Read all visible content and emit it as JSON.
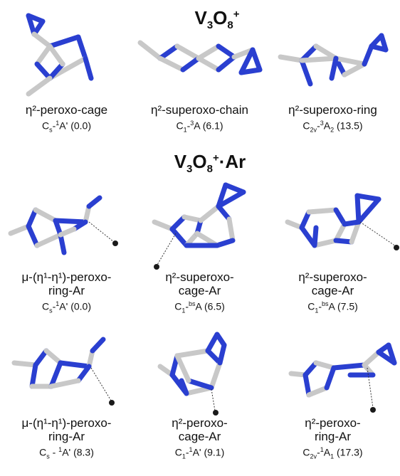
{
  "titles": {
    "top": {
      "base": "V",
      "n1": "3",
      "o": "O",
      "n2": "8",
      "charge": "+"
    },
    "middle": {
      "base": "V",
      "n1": "3",
      "o": "O",
      "n2": "8",
      "charge": "+",
      "suffix": "·Ar"
    }
  },
  "row1": [
    {
      "name": "η²-peroxo-cage",
      "sym": "C",
      "symsub": "s",
      "dash": "-",
      "spinsup": "1",
      "state": "A'",
      "energy": "(0.0)"
    },
    {
      "name": "η²-superoxo-chain",
      "sym": "C",
      "symsub": "1",
      "dash": "-",
      "spinsup": "3",
      "state": "A",
      "energy": "(6.1)"
    },
    {
      "name": "η²-superoxo-ring",
      "sym": "C",
      "symsub": "2v",
      "dash": "-",
      "spinsup": "3",
      "state": "A",
      "statesub": "2",
      "energy": "(13.5)"
    }
  ],
  "row2": [
    {
      "line1": "μ-(η¹-η¹)-peroxo-",
      "line2": "ring-Ar",
      "sym": "C",
      "symsub": "s",
      "dash": "-",
      "spinsup": "1",
      "state": "A'",
      "energy": "(0.0)"
    },
    {
      "line1": "η²-superoxo-",
      "line2": "cage-Ar",
      "sym": "C",
      "symsub": "1",
      "dash": "-",
      "spinsup": "bs",
      "state": "A",
      "energy": "(6.5)"
    },
    {
      "line1": "η²-superoxo-",
      "line2": "cage-Ar",
      "sym": "C",
      "symsub": "1",
      "dash": "-",
      "spinsup": "bs",
      "state": "A",
      "energy": "(7.5)"
    }
  ],
  "row3": [
    {
      "line1": "μ-(η¹-η¹)-peroxo-",
      "line2": "ring-Ar",
      "sym": "C",
      "symsub": "s",
      "dash": " - ",
      "spinsup": "1",
      "state": "A'",
      "energy": "(8.3)"
    },
    {
      "line1": "η²-peroxo-",
      "line2": "cage-Ar",
      "sym": "C",
      "symsub": "1",
      "dash": "-",
      "spinsup": "1",
      "state": "A'",
      "energy": "(9.1)"
    },
    {
      "line1": "η²-peroxo-",
      "line2": "ring-Ar",
      "sym": "C",
      "symsub": "2v",
      "dash": "-",
      "spinsup": "1",
      "state": "A",
      "statesub": "1",
      "energy": "(17.3)"
    }
  ],
  "colors": {
    "vanadium": "#c8c8c8",
    "oxygen": "#2a3fd0",
    "argon": "#1a1a1a"
  }
}
